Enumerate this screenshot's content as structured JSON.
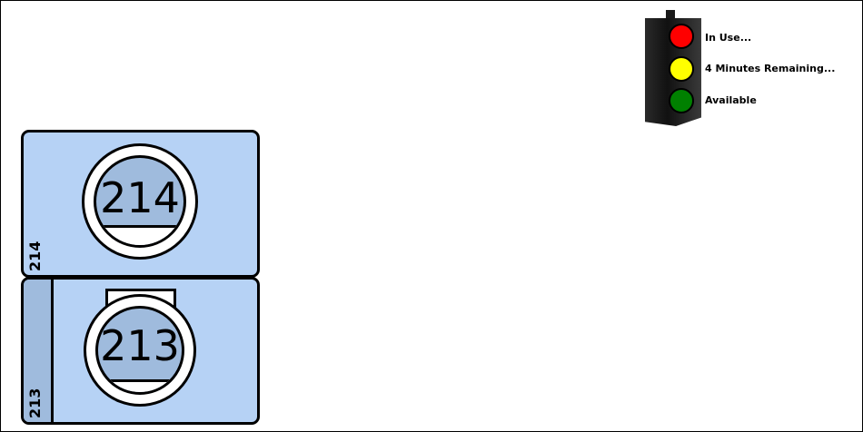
{
  "units": [
    {
      "id": "214",
      "display_number": "214",
      "side_label": "214"
    },
    {
      "id": "213",
      "display_number": "213",
      "side_label": "213"
    }
  ],
  "legend": {
    "items": [
      {
        "label": "In Use...",
        "color": "#ff0000"
      },
      {
        "label": "4 Minutes Remaining...",
        "color": "#ffff00"
      },
      {
        "label": "Available",
        "color": "#008000"
      }
    ]
  },
  "colors": {
    "unit_fill": "#b6d2f5",
    "disc_fill": "#9fbbdd"
  }
}
